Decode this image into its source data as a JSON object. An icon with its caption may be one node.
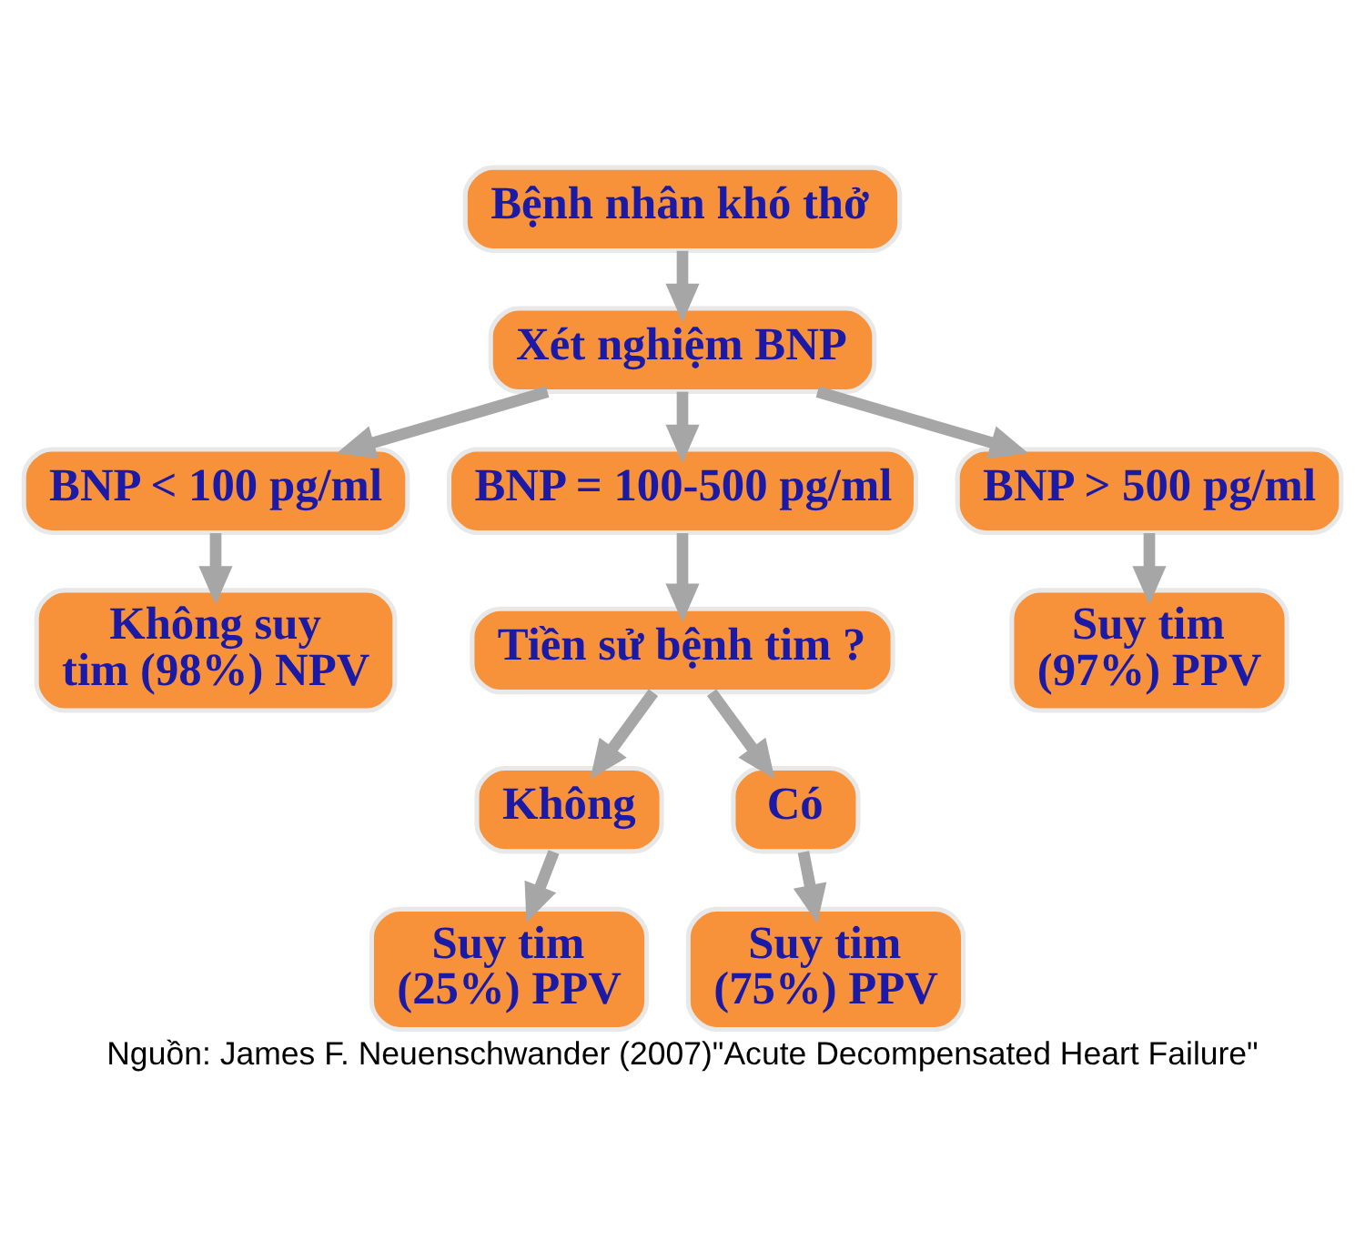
{
  "diagram": {
    "caption": "Nguồn: James F. Neuenschwander (2007)\"Acute Decompensated Heart Failure\"",
    "nodes": [
      {
        "text": [
          "Bệnh nhân khó thở"
        ]
      },
      {
        "text": [
          "Xét nghiệm BNP"
        ]
      },
      {
        "text": [
          "BNP < 100 pg/ml"
        ]
      },
      {
        "text": [
          "BNP = 100-500 pg/ml"
        ]
      },
      {
        "text": [
          "BNP > 500 pg/ml"
        ]
      },
      {
        "text": [
          "Không suy tim (98%) NPV"
        ]
      },
      {
        "text": [
          "Tiền sử bệnh tim ?"
        ]
      },
      {
        "text": [
          "Suy tim (97%) PPV"
        ]
      },
      {
        "text": [
          "Không"
        ]
      },
      {
        "text": [
          "Có"
        ]
      },
      {
        "text": [
          "Suy tim (25%) PPV"
        ]
      },
      {
        "text": [
          "Suy tim (75%) PPV"
        ]
      }
    ],
    "edges": [
      {
        "from": 0,
        "to": 1,
        "arrow": "to"
      },
      {
        "from": 1,
        "to": 2,
        "arrow": "to"
      },
      {
        "from": 1,
        "to": 3,
        "arrow": "to"
      },
      {
        "from": 1,
        "to": 4,
        "arrow": "to"
      },
      {
        "from": 2,
        "to": 5,
        "arrow": "to"
      },
      {
        "from": 3,
        "to": 6,
        "arrow": "to"
      },
      {
        "from": 4,
        "to": 7,
        "arrow": "to"
      },
      {
        "from": 6,
        "to": 8,
        "arrow": "to"
      },
      {
        "from": 6,
        "to": 9,
        "arrow": "to"
      },
      {
        "from": 8,
        "to": 10,
        "arrow": "to"
      },
      {
        "from": 9,
        "to": 11,
        "arrow": "to"
      }
    ]
  }
}
